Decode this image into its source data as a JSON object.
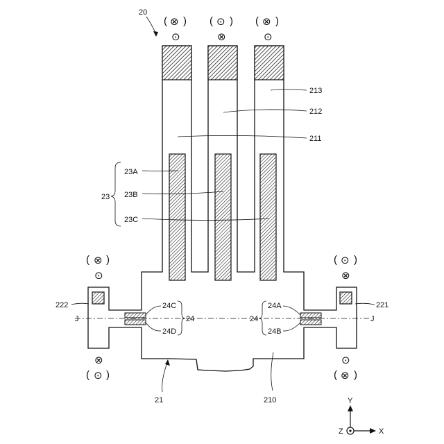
{
  "figure_label": "20",
  "labels": {
    "213": "213",
    "212": "212",
    "211": "211",
    "23A": "23A",
    "23B": "23B",
    "23C": "23C",
    "23": "23",
    "222": "222",
    "221": "221",
    "24C": "24C",
    "24D": "24D",
    "24A": "24A",
    "24B": "24B",
    "24_left": "24",
    "24_right": "24",
    "J_left": "J",
    "J_right": "J",
    "21": "21",
    "210": "210"
  },
  "axes": {
    "y": "Y",
    "x": "X",
    "z": "Z"
  },
  "symbols": {
    "paren_open": "(",
    "paren_close": ")",
    "into": "⊗",
    "out": "⊙"
  },
  "current_marks": {
    "finger_1": [
      "into",
      "out"
    ],
    "finger_2": [
      "out",
      "into"
    ],
    "finger_3": [
      "into",
      "out"
    ],
    "pad_left": [
      "into",
      "out"
    ],
    "pad_right": [
      "out",
      "into"
    ]
  },
  "colors": {
    "line": "#111111",
    "background": "#ffffff"
  }
}
